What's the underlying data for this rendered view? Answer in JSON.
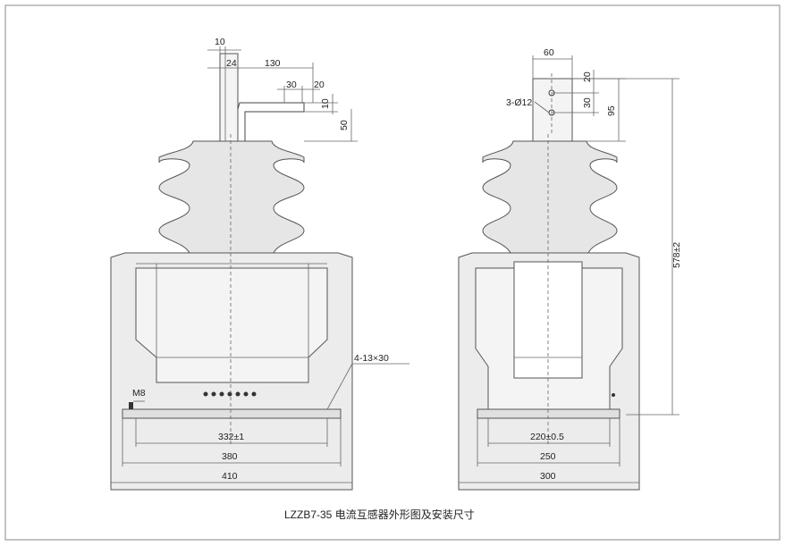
{
  "caption": "LZZB7-35 电流互感器外形图及安装尺寸",
  "left_view": {
    "dims": {
      "d10": "10",
      "d24": "24",
      "d130": "130",
      "d30": "30",
      "d20": "20",
      "d10b": "10",
      "d50": "50",
      "d332": "332±1",
      "d380": "380",
      "d410": "410"
    },
    "labels": {
      "m8": "M8",
      "holes": "4-13×30"
    }
  },
  "right_view": {
    "dims": {
      "d60": "60",
      "d20": "20",
      "d30": "30",
      "d95": "95",
      "d578": "578±2",
      "d220": "220±0.5",
      "d250": "250",
      "d300": "300"
    },
    "labels": {
      "holes": "3-Ø12"
    }
  },
  "colors": {
    "line": "#444444",
    "body_fill": "#ececec"
  }
}
